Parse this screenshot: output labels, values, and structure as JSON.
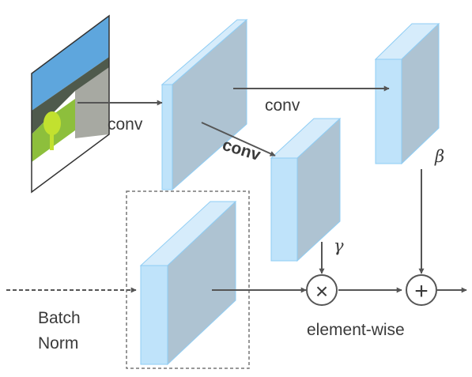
{
  "labels": {
    "conv_1": "conv",
    "conv_2": "conv",
    "conv_3": "conv",
    "gamma": "γ",
    "beta": "β",
    "batch_norm_line1": "Batch",
    "batch_norm_line2": "Norm",
    "element_wise": "element-wise",
    "multiply_symbol": "×",
    "add_symbol": "+"
  },
  "colors": {
    "block_front": "#aec3d2",
    "block_side": "#d6ecfb",
    "block_edge": "#8fcdf4",
    "arrow": "#555555",
    "dashed_box": "#777777",
    "image_sky": "#5ea6dd",
    "image_hill_dark": "#4f5a4c",
    "image_hill_gray": "#a7a9a2",
    "image_grass": "#8dbf3c",
    "image_tree": "#c2e12f"
  }
}
